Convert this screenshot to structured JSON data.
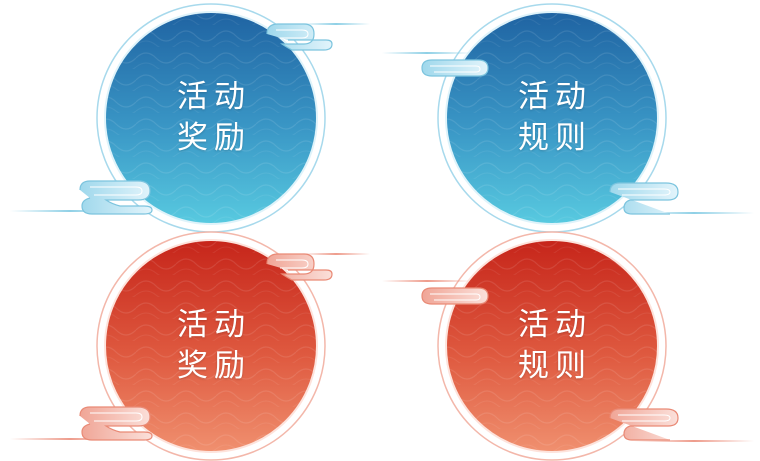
{
  "badges": [
    {
      "line1": "活动",
      "line2": "奖励",
      "theme": "blue"
    },
    {
      "line1": "活动",
      "line2": "规则",
      "theme": "blue"
    },
    {
      "line1": "活动",
      "line2": "奖励",
      "theme": "red"
    },
    {
      "line1": "活动",
      "line2": "规则",
      "theme": "red"
    }
  ],
  "colors": {
    "blue_top": "#1f64a3",
    "blue_bottom": "#55c7df",
    "blue_ring": "#9fd6ea",
    "red_top": "#c8281c",
    "red_bottom": "#ef8a6c",
    "red_ring": "#f2b3a6"
  },
  "icons": [
    "auspicious-cloud-icon"
  ]
}
